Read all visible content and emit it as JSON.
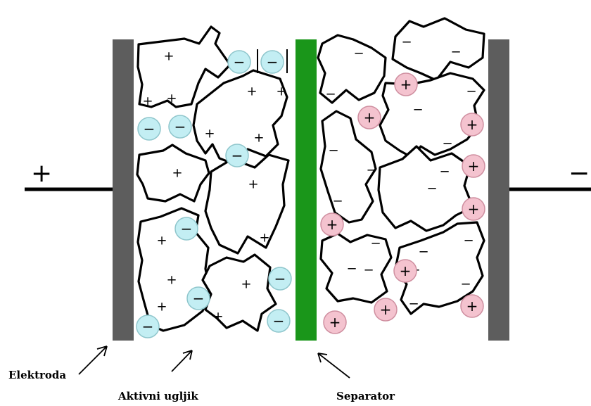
{
  "labels": {
    "electrode": "Elektroda",
    "carbon": "Aktivni ugljik",
    "separator": "Separator"
  },
  "terminals": {
    "positive": "+",
    "negative": "−"
  },
  "signs": {
    "plus": "+",
    "minus": "−"
  },
  "colors": {
    "electrode": "#5d5d5d",
    "separator": "#1a961a",
    "anion_fill": "#c3eef3",
    "anion_stroke": "#8fc6cc",
    "cation_fill": "#f4c3cf",
    "cation_stroke": "#cf8fa0",
    "outline": "#000000"
  },
  "icons": [
    "arrow-icon",
    "anion-icon",
    "cation-icon"
  ]
}
